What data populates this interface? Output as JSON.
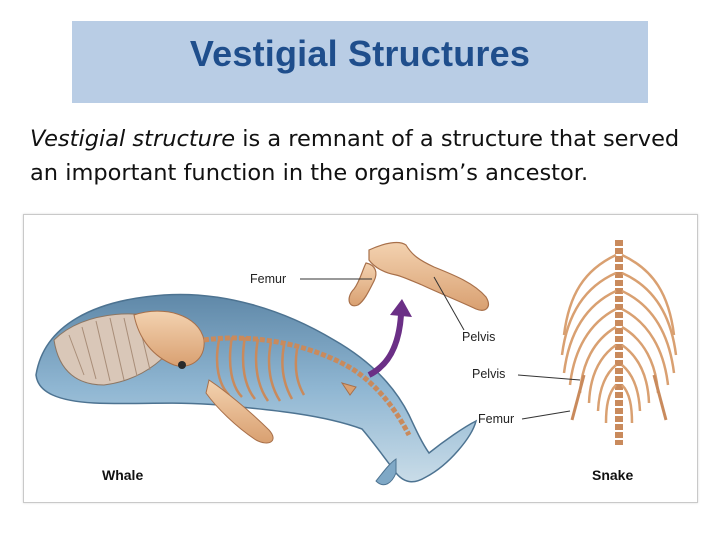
{
  "slide": {
    "title": "Vestigial Structures",
    "definition_term": "Vestigial structure",
    "definition_rest_line1": " is a remnant of a structure that served",
    "definition_line2": "an important function in  the organism’s ancestor."
  },
  "figure": {
    "labels": {
      "whale_femur": "Femur",
      "whale_pelvis": "Pelvis",
      "snake_pelvis": "Pelvis",
      "snake_femur": "Femur"
    },
    "captions": {
      "whale": "Whale",
      "snake": "Snake"
    }
  },
  "colors": {
    "title_bar": "#b9cde5",
    "title_text": "#1f4e8c",
    "bone": "#e8b98c",
    "whale_body": "#7fa8c6",
    "arrow": "#6b2f86"
  }
}
